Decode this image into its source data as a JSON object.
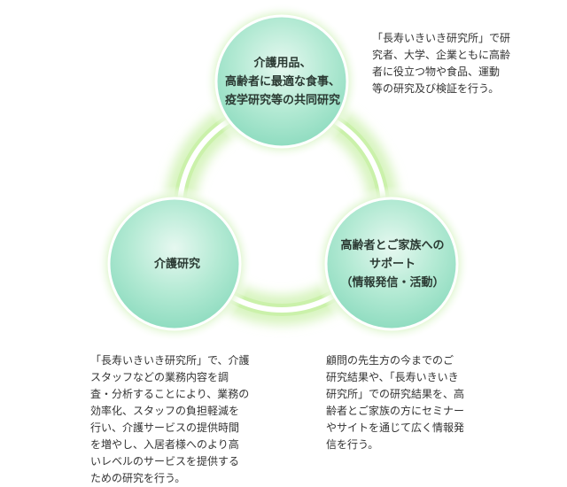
{
  "colors": {
    "circle_fill": "#8fdcc0",
    "circle_fill_light": "#e6f8f0",
    "ring_glow": "#c8f0a6",
    "ring_core": "#ffffff"
  },
  "nodes": {
    "top": {
      "label_lines": [
        "介護用品、",
        "高齢者に最適な食事、",
        "疫学研究等の共同研究"
      ],
      "description_lines": [
        "「長寿いきいき研究所」で研",
        "究者、大学、企業ともに高齢",
        "者に役立つ物や食品、運動",
        "等の研究及び検証を行う。"
      ]
    },
    "left": {
      "label_lines": [
        "介護研究"
      ],
      "description_lines": [
        "「長寿いきいき研究所」で、介護",
        "スタッフなどの業務内容を調",
        "査・分析することにより、業務の",
        "効率化、スタッフの負担軽減を",
        "行い、介護サービスの提供時間",
        "を増やし、入居者様へのより高",
        "いレベルのサービスを提供する",
        "ための研究を行う。"
      ]
    },
    "right": {
      "label_lines": [
        "高齢者とご家族への",
        "サポート",
        "（情報発信・活動）"
      ],
      "description_lines": [
        "顧問の先生方の今までのご",
        "研究結果や、「長寿いきいき",
        "研究所」での研究結果を、高",
        "齢者とご家族の方にセミナー",
        "やサイトを通じて広く情報発",
        "信を行う。"
      ]
    }
  }
}
